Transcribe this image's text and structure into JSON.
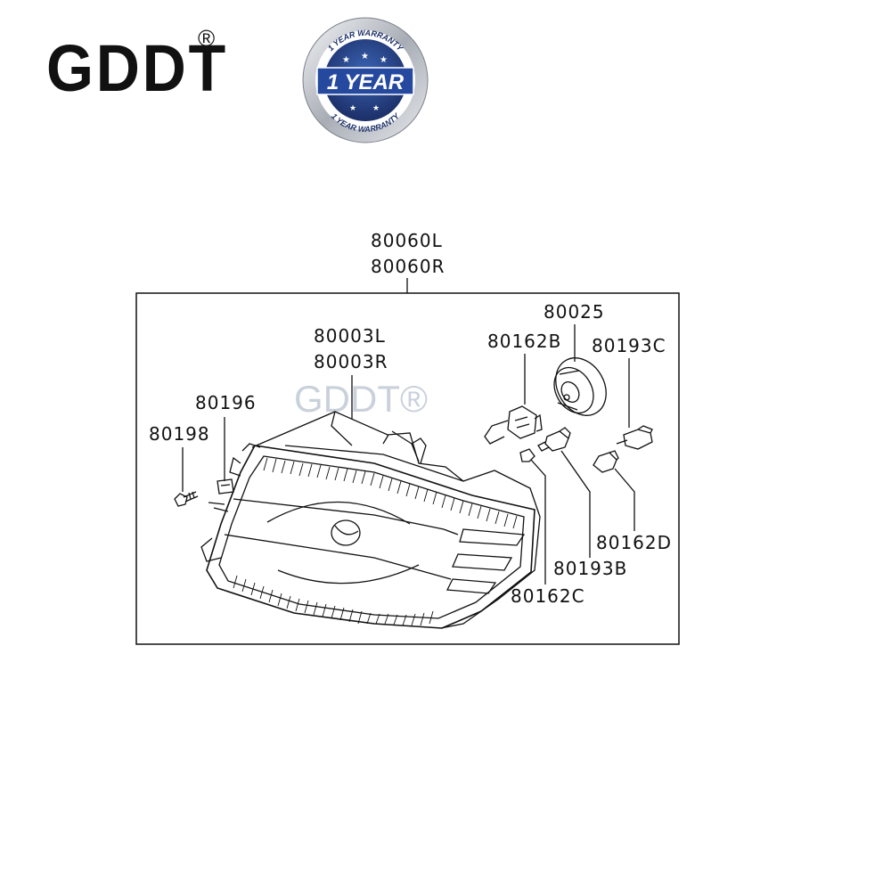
{
  "brand": {
    "name": "GDDT",
    "registered": "®",
    "watermark": "GDDT®"
  },
  "badge": {
    "top_arc": "1 YEAR WARRANTY",
    "center": "1 YEAR",
    "bottom_arc": "1 YEAR WARRANTY"
  },
  "assembly": {
    "label_left": "80060L",
    "label_right": "80060R"
  },
  "parts": {
    "housing_l": "80003L",
    "housing_r": "80003R",
    "clip": "80196",
    "screw": "80198",
    "cap": "80025",
    "bulb_b": "80162B",
    "socket_c": "80193C",
    "bulb_d": "80162D",
    "socket_b": "80193B",
    "bulb_c": "80162C"
  }
}
